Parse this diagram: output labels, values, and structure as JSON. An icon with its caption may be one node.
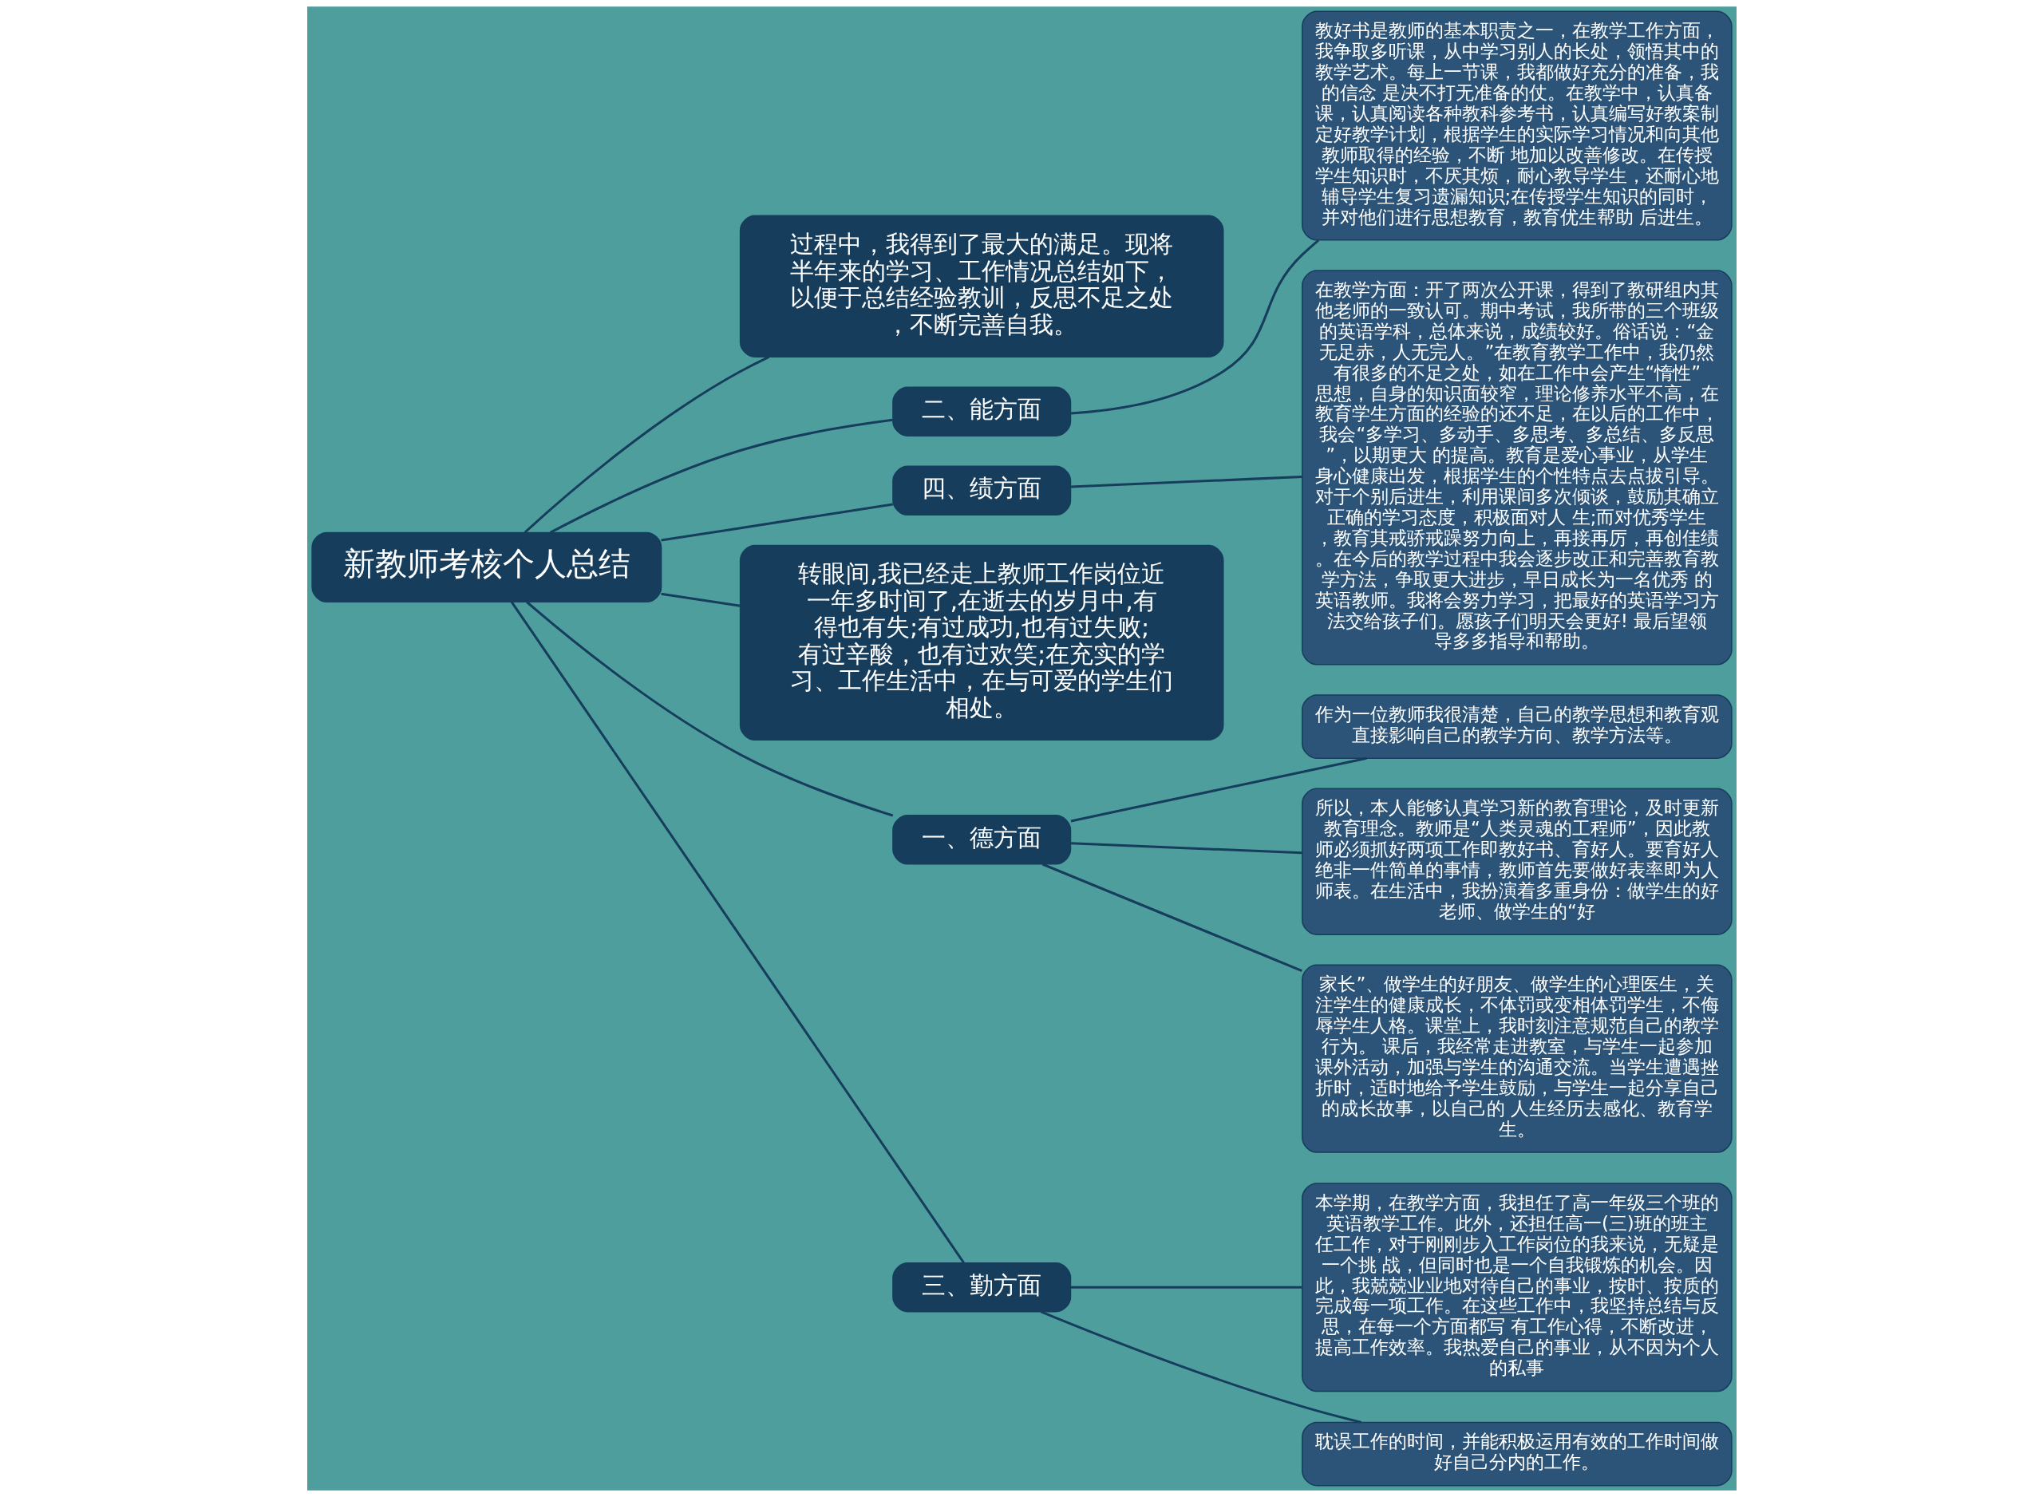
{
  "diagram": {
    "nodes": [
      {
        "text": [
          "新教师考核个人总结"
        ]
      },
      {
        "text": [
          "过程中，我得到了最大的满足。现将半年来的学习、工作情况总结如下，以便于总结经验教训，反思不足之处，不断完善自我。"
        ]
      },
      {
        "text": [
          "二、能方面"
        ]
      },
      {
        "text": [
          "教好书是教师的基本职责之一，在教学工作方面，我争取多听课，从中学习别人的长处，领悟其中的教学艺术。每上一节课，我都做好充分的准备，我的信念 是决不打无准备的仗。在教学中，认真备课，认真阅读各种教科参考书，认真编写好教案制定好教学计划，根据学生的实际学习情况和向其他教师取得的经验，不断 地加以改善修改。在传授学生知识时，不厌其烦，耐心教导学生，还耐心地辅导学生复习遗漏知识;在传授学生知识的同时，并对他们进行思想教育，教育优生帮助 后进生。"
        ]
      },
      {
        "text": [
          "四、绩方面"
        ]
      },
      {
        "text": [
          "在教学方面：开了两次公开课，得到了教研组内其他老师的一致认可。期中考试，我所带的三个班级的英语学科，总体来说，成绩较好。俗话说：“金无足赤，人无完人。”在教育教学工作中，我仍然有很多的不足之处，如在工作中会产生“惰性” 思想，自身的知识面较窄，理论修养水平不高，在教育学生方面的经验的还不足，在以后的工作中，我会“多学习、多动手、多思考、多总结、多反思”，以期更大 的提高。教育是爱心事业，从学生身心健康出发，根据学生的个性特点去点拔引导。对于个别后进生，利用课间多次倾谈，鼓励其确立正确的学习态度，积极面对人 生;而对优秀学生，教育其戒骄戒躁努力向上，再接再厉，再创佳绩。在今后的教学过程中我会逐步改正和完善教育教学方法，争取更大进步，早日成长为一名优秀 的英语教师。我将会努力学习，把最好的英语学习方法交给孩子们。愿孩子们明天会更好! 最后望领导多多指导和帮助。"
        ]
      },
      {
        "text": [
          "转眼间,我已经走上教师工作岗位近一年多时间了,在逝去的岁月中,有得也有失;有过成功,也有过失败;有过辛酸，也有过欢笑;在充实的学习、工作生活中，在与可爱的学生们相处。"
        ]
      },
      {
        "text": [
          "一、德方面"
        ]
      },
      {
        "text": [
          "作为一位教师我很清楚，自己的教学思想和教育观直接影响自己的教学方向、教学方法等。"
        ]
      },
      {
        "text": [
          "所以，本人能够认真学习新的教育理论，及时更新教育理念。教师是“人类灵魂的工程师”，因此教师必须抓好两项工作即教好书、育好人。要育好人绝非一件简单的事情，教师首先要做好表率即为人师表。在生活中，我扮演着多重身份：做学生的好老师、做学生的“好"
        ]
      },
      {
        "text": [
          "家长”、做学生的好朋友、做学生的心理医生，关注学生的健康成长，不体罚或变相体罚学生，不侮辱学生人格。课堂上，我时刻注意规范自己的教学行为。 课后，我经常走进教室，与学生一起参加课外活动，加强与学生的沟通交流。当学生遭遇挫折时，适时地给予学生鼓励，与学生一起分享自己的成长故事，以自己的 人生经历去感化、教育学生。"
        ]
      },
      {
        "text": [
          "三、勤方面"
        ]
      },
      {
        "text": [
          "本学期，在教学方面，我担任了高一年级三个班的英语教学工作。此外，还担任高一(三)班的班主任工作，对于刚刚步入工作岗位的我来说，无疑是一个挑 战，但同时也是一个自我锻炼的机会。因此，我兢兢业业地对待自己的事业，按时、按质的完成每一项工作。在这些工作中，我坚持总结与反思，在每一个方面都写 有工作心得，不断改进，提高工作效率。我热爱自己的事业，从不因为个人的私事"
        ]
      },
      {
        "text": [
          "耽误工作的时间，并能积极运用有效的工作时间做好自己分内的工作。"
        ]
      }
    ],
    "edges": [
      {
        "from": 0,
        "to": 1,
        "arrow": "none"
      },
      {
        "from": 0,
        "to": 2,
        "arrow": "none"
      },
      {
        "from": 2,
        "to": 3,
        "arrow": "none"
      },
      {
        "from": 0,
        "to": 4,
        "arrow": "none"
      },
      {
        "from": 4,
        "to": 5,
        "arrow": "none"
      },
      {
        "from": 0,
        "to": 6,
        "arrow": "none"
      },
      {
        "from": 0,
        "to": 7,
        "arrow": "none"
      },
      {
        "from": 7,
        "to": 8,
        "arrow": "none"
      },
      {
        "from": 7,
        "to": 9,
        "arrow": "none"
      },
      {
        "from": 7,
        "to": 10,
        "arrow": "none"
      },
      {
        "from": 0,
        "to": 11,
        "arrow": "none"
      },
      {
        "from": 11,
        "to": 12,
        "arrow": "none"
      },
      {
        "from": 11,
        "to": 13,
        "arrow": "none"
      }
    ]
  }
}
